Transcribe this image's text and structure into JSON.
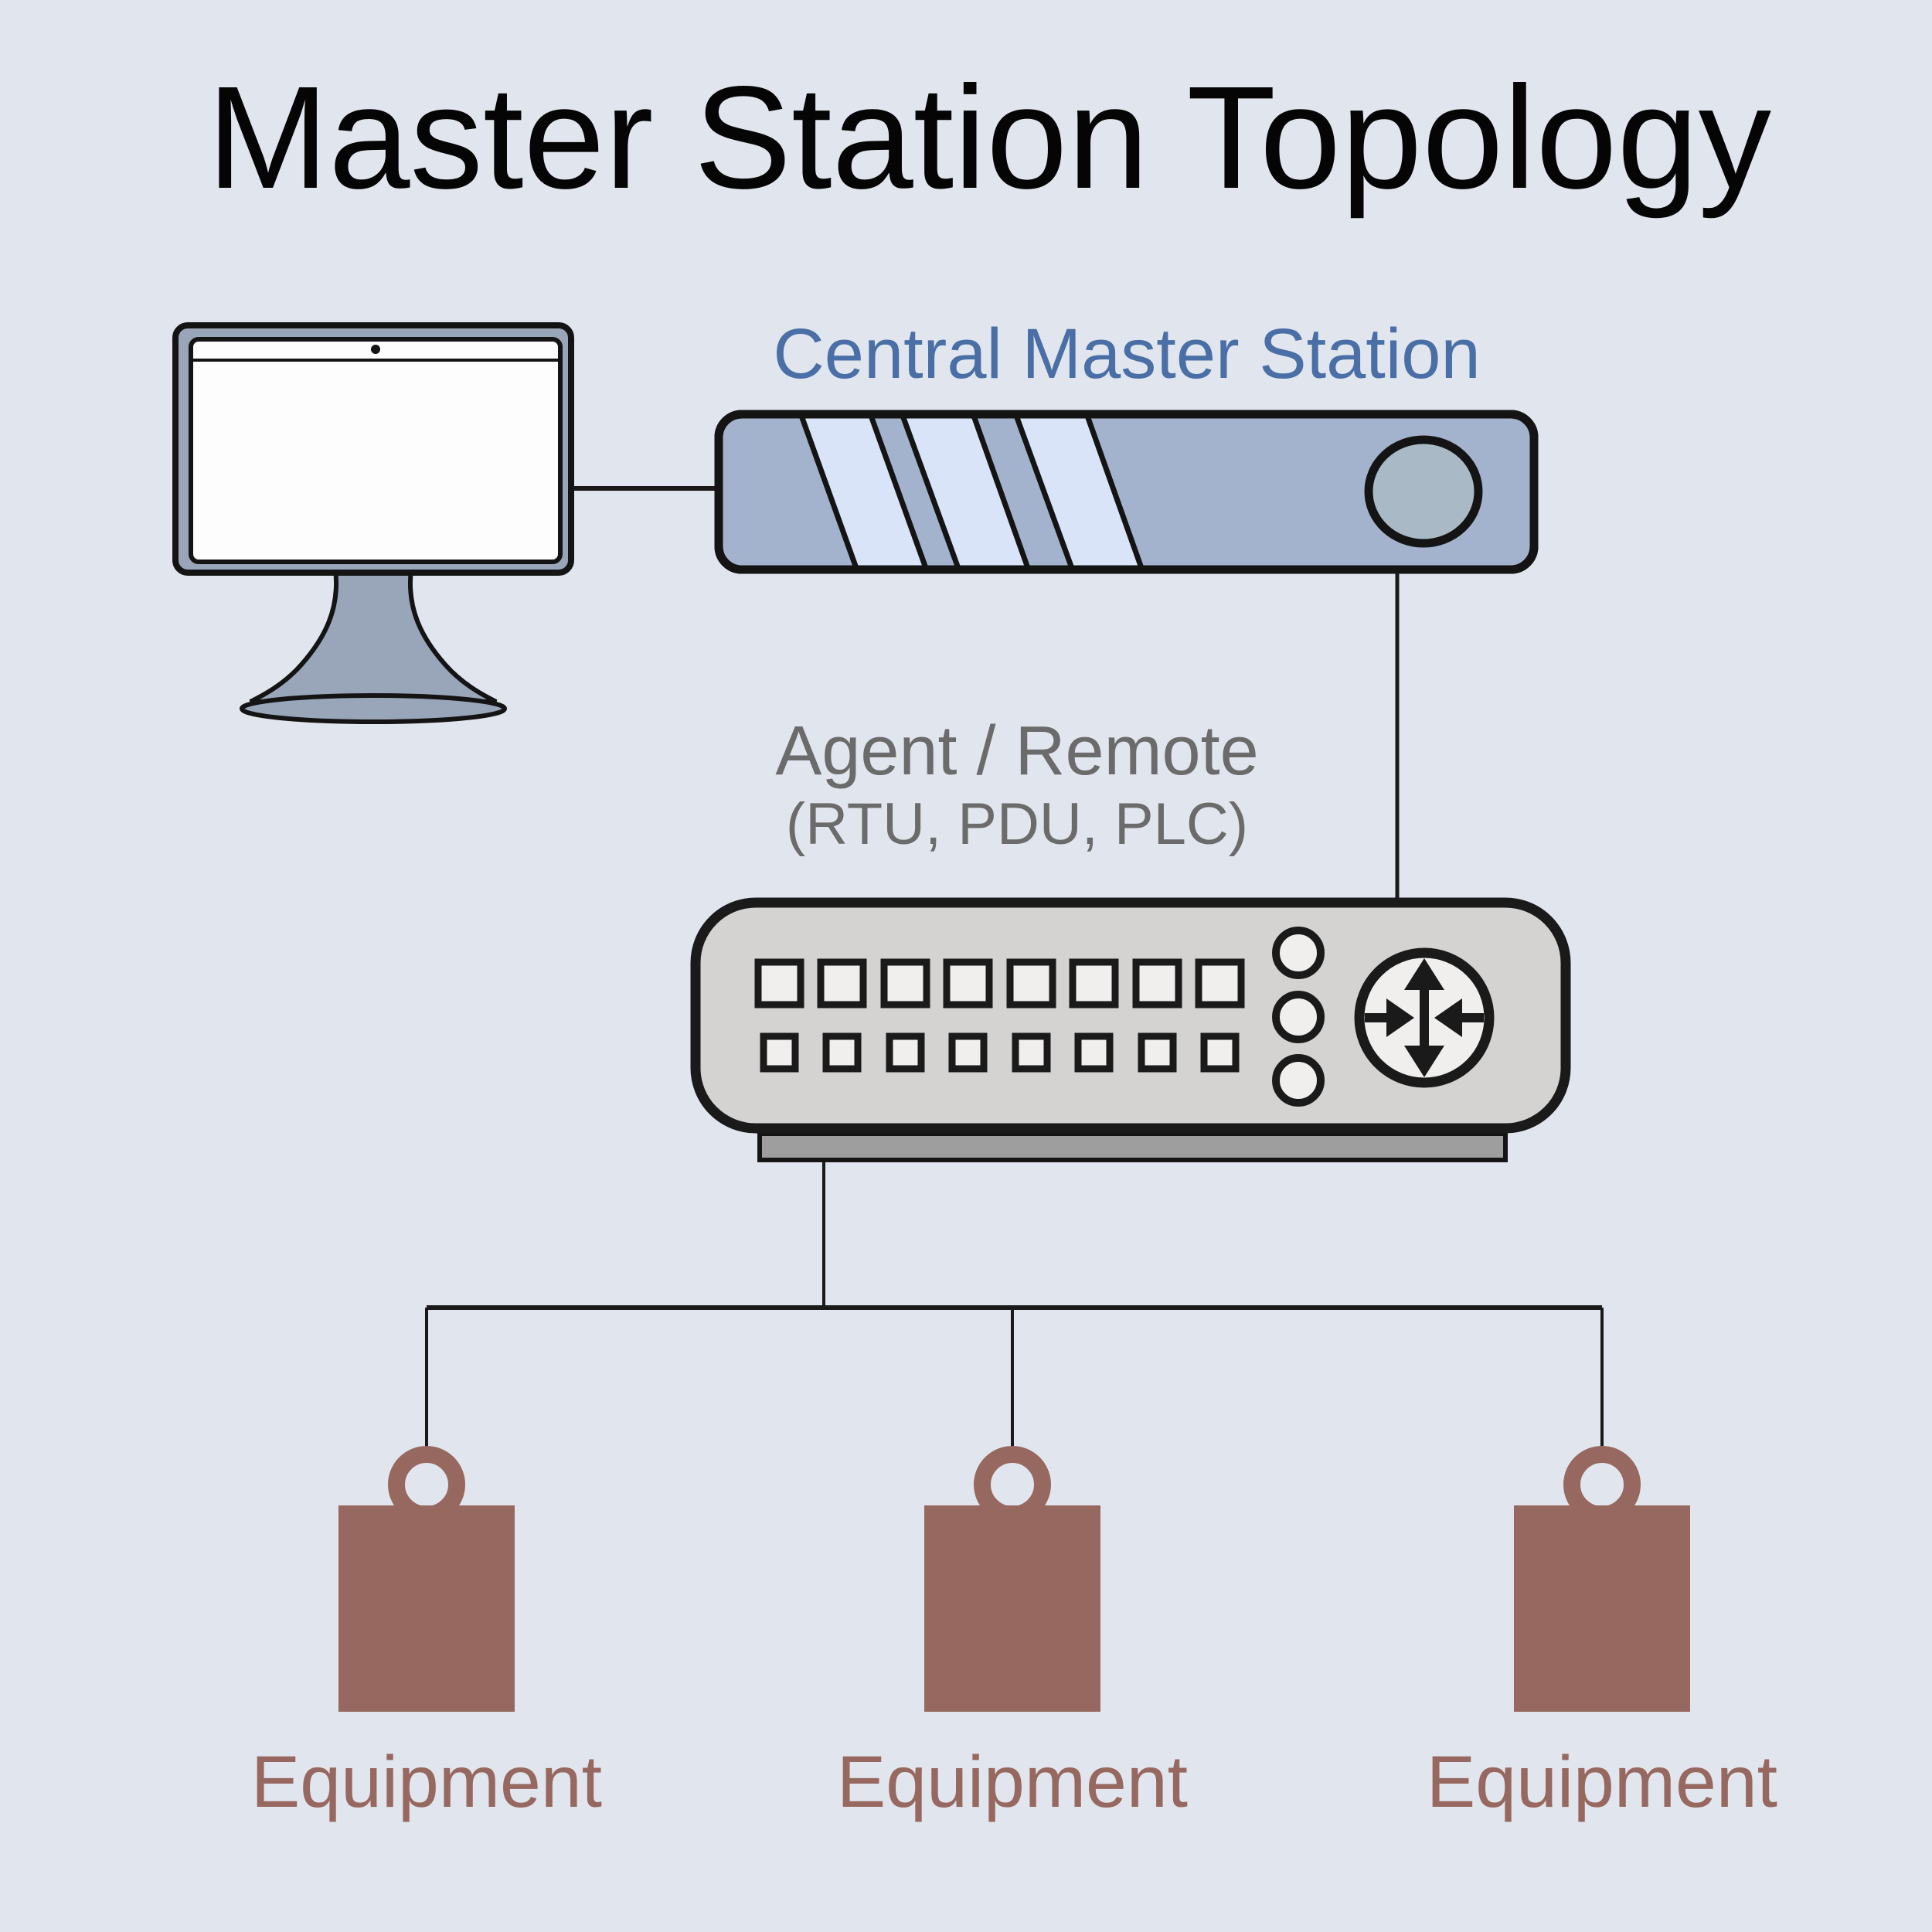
{
  "page": {
    "background": "#e1e6ee"
  },
  "title": {
    "text": "Master Station Topology",
    "color": "#050505"
  },
  "master_station": {
    "label": "Central Master Station",
    "label_color": "#4a6fa6",
    "body_color": "#a3b3cd",
    "stripe_color": "#d9e4f8",
    "dial_color": "#a9bac6"
  },
  "workstation": {
    "frame_color": "#99a6b9",
    "screen_color": "#fdfdfe"
  },
  "agent": {
    "label": "Agent / Remote",
    "sublabel": "(RTU, PDU, PLC)",
    "label_color": "#6b6b6b",
    "body_color": "#d4d3d2",
    "base_color": "#9e9e9e",
    "key_color": "#f0efee",
    "panel_icon_color": "#f0efee"
  },
  "equipment": {
    "color": "#97685f",
    "label_color": "#97685f",
    "items": [
      {
        "label": "Equipment"
      },
      {
        "label": "Equipment"
      },
      {
        "label": "Equipment"
      }
    ]
  },
  "connectors": {
    "color": "#1a1a1a"
  },
  "icons": {
    "workstation": "monitor-icon",
    "master_station": "server-rack-icon",
    "agent_panel": "rtu-control-panel-icon",
    "agent_router": "router-arrows-icon",
    "equipment": "tag-weight-icon"
  }
}
